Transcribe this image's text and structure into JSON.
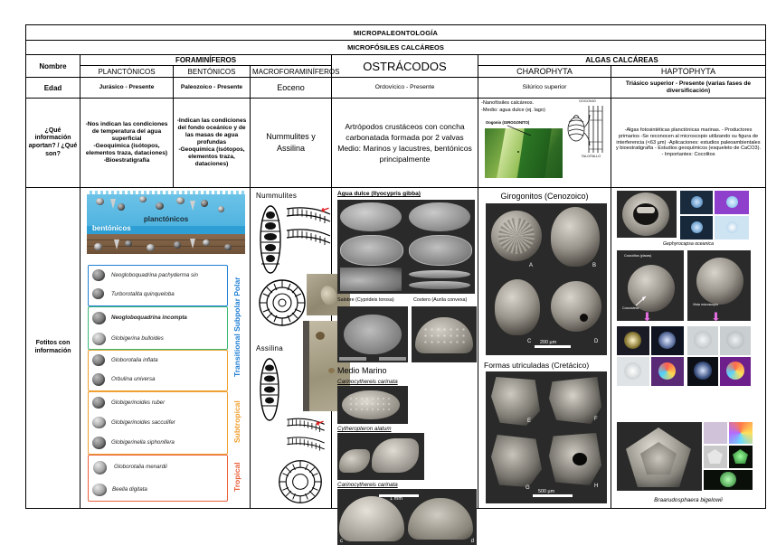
{
  "table": {
    "title": "MICROPALEONTOLOGÍA",
    "subtitle": "MICROFÓSILES CALCÁREOS",
    "group_headers": {
      "nombre": "Nombre",
      "foraminiferos": "FORAMINÍFEROS",
      "ostracodos": "OSTRÁCODOS",
      "algas": "ALGAS CALCÁREAS"
    },
    "columns": {
      "planctonicos": "PLANCTÓNICOS",
      "bentonicos": "BENTÓNICOS",
      "macroforaminiferos": "MACROFORAMINÍFEROS",
      "charophyta": "CHAROPHYTA",
      "haptophyta": "HAPTOPHYTA"
    },
    "rows": {
      "edad_label": "Edad",
      "info_label": "¿Qué información aportan? / ¿Qué son?",
      "fotos_label": "Fotitos con información"
    },
    "edad": {
      "planctonicos": "Jurásico - Presente",
      "bentonicos": "Paleozoico - Presente",
      "macroforaminiferos": "Eoceno",
      "ostracodos": "Ordovícico - Presente",
      "charophyta": "Silúrico superior",
      "haptophyta": "Triásico superior - Presente (varias fases de diversificación)"
    },
    "info": {
      "planctonicos": "-Nos indican las condiciones de temperatura del agua superficial\n-Geoquímica (isótopos, elementos traza, dataciones)\n-Bioestratigrafía",
      "bentonicos": "-Indican las condiciones del fondo oceánico y de las masas de agua profundas\n-Geoquímica (isótopos, elementos traza, dataciones)",
      "macroforaminiferos": "Nummulites y Assilina",
      "ostracodos": "Artrópodos crustáceos con concha carbonatada formada por 2 valvas\nMedio: Marinos y lacustres, bentónicos principalmente",
      "charophyta_lines": [
        "-Nanofósiles calcáreos.",
        "-Medio: agua dulce (ej. lago)"
      ],
      "charophyta_img_label": "Oogonio (GIROGONITO)",
      "charophyta_sketch_labels": [
        "OOGONIO",
        "TALO/TALLO"
      ],
      "haptophyta": "-Algas fotosintéticas planctónicas marinas.\n- Productores primarios\n-Se reconocen al microscopio utilizando su figura de interferencia (<63 µm)\n-Aplicaciones: estudios paleoambientales y bioestratigrafía\n- Estudios geoquímicos (esqueleto de CaCO3).\n- Importantes: Cocolitos"
    }
  },
  "planktonic_panel": {
    "label_plankton": "planctónicos",
    "label_benthic": "bentónicos",
    "zones": [
      {
        "name": "Polar",
        "color": "#1f7fd4",
        "species": [
          "Neogloboquadrina pachyderma sin",
          "Turborotalita quinqueloba"
        ]
      },
      {
        "name": "Subpolar",
        "color": "#3bb878",
        "species": [
          "Neogloboquadrina incompta",
          "Globigerina bulloides"
        ]
      },
      {
        "name": "Transitional",
        "color": "#f0a030",
        "species": [
          "Globorotalia inflata",
          "Orbulina universa"
        ]
      },
      {
        "name": "Subtropical",
        "color": "#f0a030",
        "species": [
          "Globigerinoides ruber",
          "Globigerinoides sacculifer",
          "Globigerinella siphonifera"
        ]
      },
      {
        "name": "Tropical",
        "color": "#e8603c",
        "species": [
          "Globorotalia menardii",
          "Beella digitata"
        ]
      }
    ],
    "vertical_tabs": [
      "Transitional Subpolar Polar",
      "Subtropical",
      "Tropical"
    ],
    "tab_colors": [
      "#1f7fd4",
      "#3bb878",
      "#f0a030",
      "#e8603c"
    ]
  },
  "macroforams_panel": {
    "title_top": "Nummulites",
    "title_bottom": "Assilina"
  },
  "ostracods_panel": {
    "freshwater_caption": "Agua dulce (Ilyocypris gibba)",
    "brackish_caption": "Salobre (Cyprideis torosa)",
    "coastal_caption": "Costero (Aurila convexa)",
    "marine_title": "Medio Marino",
    "marine_species": [
      "Carinocythereis carinata",
      "Cytheropteron alatum",
      "Carinocythereis carinata"
    ],
    "scale_label": "1 mm"
  },
  "charophyta_panel": {
    "top_title": "Girogonitos (Cenozoico)",
    "top_letters": [
      "A",
      "B",
      "C",
      "D"
    ],
    "top_scale": "200 µm",
    "bottom_title": "Formas utriculadas (Cretácico)",
    "bottom_letters": [
      "E",
      "F",
      "G",
      "H"
    ],
    "bottom_scale": "500 µm"
  },
  "haptophyta_panel": {
    "caption_top": "Gephyrocapsa oceanica",
    "caption_bottom": "Braarudosphaera bigelowii",
    "inner_labels": [
      "Coccolitos (placas)",
      "Coccosfera",
      "Vista microscopio"
    ]
  }
}
